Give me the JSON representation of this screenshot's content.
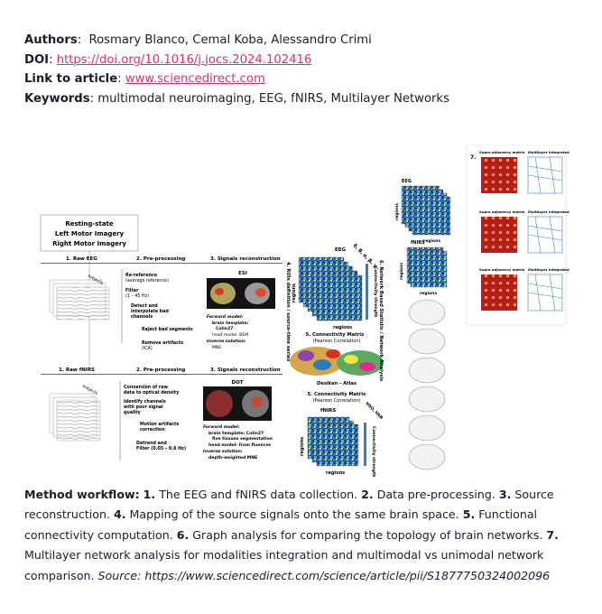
{
  "meta": {
    "authors_label": "Authors",
    "authors": "Rosmary Blanco, Cemal Koba, Alessandro Crimi",
    "doi_label": "DOI",
    "doi": "https://doi.org/10.1016/j.jocs.2024.102416",
    "link_label": "Link to article",
    "link": "www.sciencedirect.com",
    "keywords_label": "Keywords",
    "keywords": "multimodal neuroimaging, EEG, fNIRS, Multilayer Networks"
  },
  "figure": {
    "conditions": [
      "Resting-state",
      "Left Motor Imagery",
      "Right Motor Imagery"
    ],
    "eeg_branch": {
      "raw": "1. Raw EEG",
      "pre": "2. Pre-processing",
      "recon": "3. Signals reconstruction",
      "subjects": "subjects",
      "steps": [
        "Re-reference",
        "(average reference)",
        "Filter",
        "(1 – 45 Hz)",
        "Detect and",
        "interpolate bad",
        "channels",
        "Reject bad segments",
        "Remove artifacts",
        "(ICA)"
      ],
      "method": "ESI",
      "forward_title": "Forward model:",
      "forward": [
        "brain template:",
        "Colin27",
        "head model: BEM"
      ],
      "inverse_title": "Inverse solution:",
      "inverse": [
        "MNE"
      ]
    },
    "fnirs_branch": {
      "raw": "1. Raw fNIRS",
      "pre": "2. Pre-processing",
      "recon": "3. Signals reconstruction",
      "subjects": "subjects",
      "steps": [
        "Conversion of raw",
        "data to optical density",
        "Identify channels",
        "with poor signal",
        "quality",
        "Motion artifacts",
        "correction",
        "Detrend and",
        "Filter (0.05 – 0.8 Hz)"
      ],
      "method": "DOT",
      "forward_title": "Forward model:",
      "forward": [
        "brain template: Colin27",
        "five tissues segmentation",
        "head model: from fluences"
      ],
      "inverse_title": "Inverse solution:",
      "inverse": [
        "depth-weighted MNE"
      ]
    },
    "middle": {
      "roi_label": "4. ROIs definition / source-time series",
      "eeg": "EEG",
      "bands": "δ, θ, α, β, γ",
      "regions": "regions",
      "strength": "Connectivity strength",
      "matrix_title": "5. Connectivity Matrix",
      "matrix_sub": "(Pearson Correlation)",
      "atlas": "Desikan - Atlas",
      "fnirs": "fNIRS",
      "hb": "HbO, HbR"
    },
    "right": {
      "stat_label": "6. Network Based Statistic / Network Analysis",
      "eeg": "EEG",
      "fnirs": "fNIRS",
      "regions": "regions",
      "step7": "7.",
      "supra": "Supra adjacency matrix",
      "multilayer": "Multilayer Integrated"
    }
  },
  "caption": {
    "label": "Method workflow:",
    "n1": "1.",
    "t1": " The EEG and fNIRS data collection. ",
    "n2": "2.",
    "t2": " Data pre-processing. ",
    "n3": "3.",
    "t3": " Source reconstruction. ",
    "n4": "4.",
    "t4": " Mapping of the source signals onto the same brain space. ",
    "n5": "5.",
    "t5": " Functional connectivity computation. ",
    "n6": "6.",
    "t6": " Graph analysis for comparing the topology of brain networks. ",
    "n7": "7.",
    "t7": " Multilayer network analysis for modalities integration and multimodal vs unimodal network comparison. ",
    "source_label": "Source:",
    "source_url": "https://www.sciencedirect.com/science/article/pii/S1877750324002096"
  },
  "colors": {
    "link": "#d6336c",
    "text": "#1c1c30"
  }
}
